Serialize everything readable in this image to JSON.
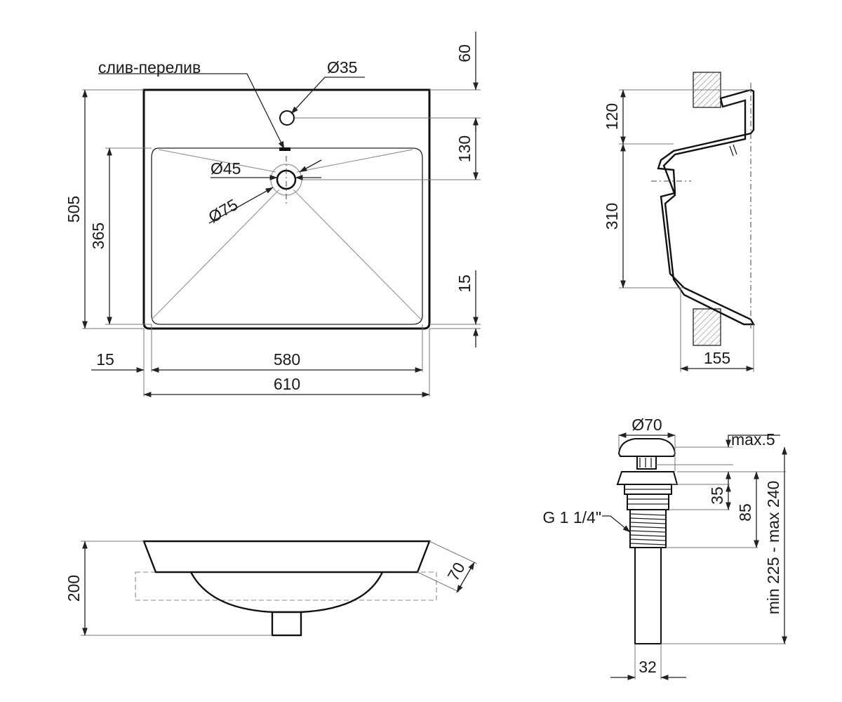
{
  "top_view": {
    "overflow_label": "слив-перелив",
    "tap_hole": "Ø35",
    "drain_inner": "Ø45",
    "drain_outer": "Ø75",
    "dim_top_offset": "60",
    "dim_tap_to_drain": "130",
    "dim_bottom_rim": "15",
    "dim_total_depth": "505",
    "dim_bowl_depth": "365",
    "dim_side_rim": "15",
    "dim_bowl_width": "580",
    "dim_total_width": "610"
  },
  "side_section": {
    "dim_upper": "120",
    "dim_lower": "310",
    "dim_depth": "155"
  },
  "front_view": {
    "dim_height": "200",
    "dim_edge": "70"
  },
  "drain_valve": {
    "dim_cap": "Ø70",
    "dim_gap": "max.5",
    "dim_flange": "35",
    "dim_body": "85",
    "dim_total": "min 225 - max 240",
    "thread": "G 1 1/4\"",
    "dim_pipe": "32"
  }
}
